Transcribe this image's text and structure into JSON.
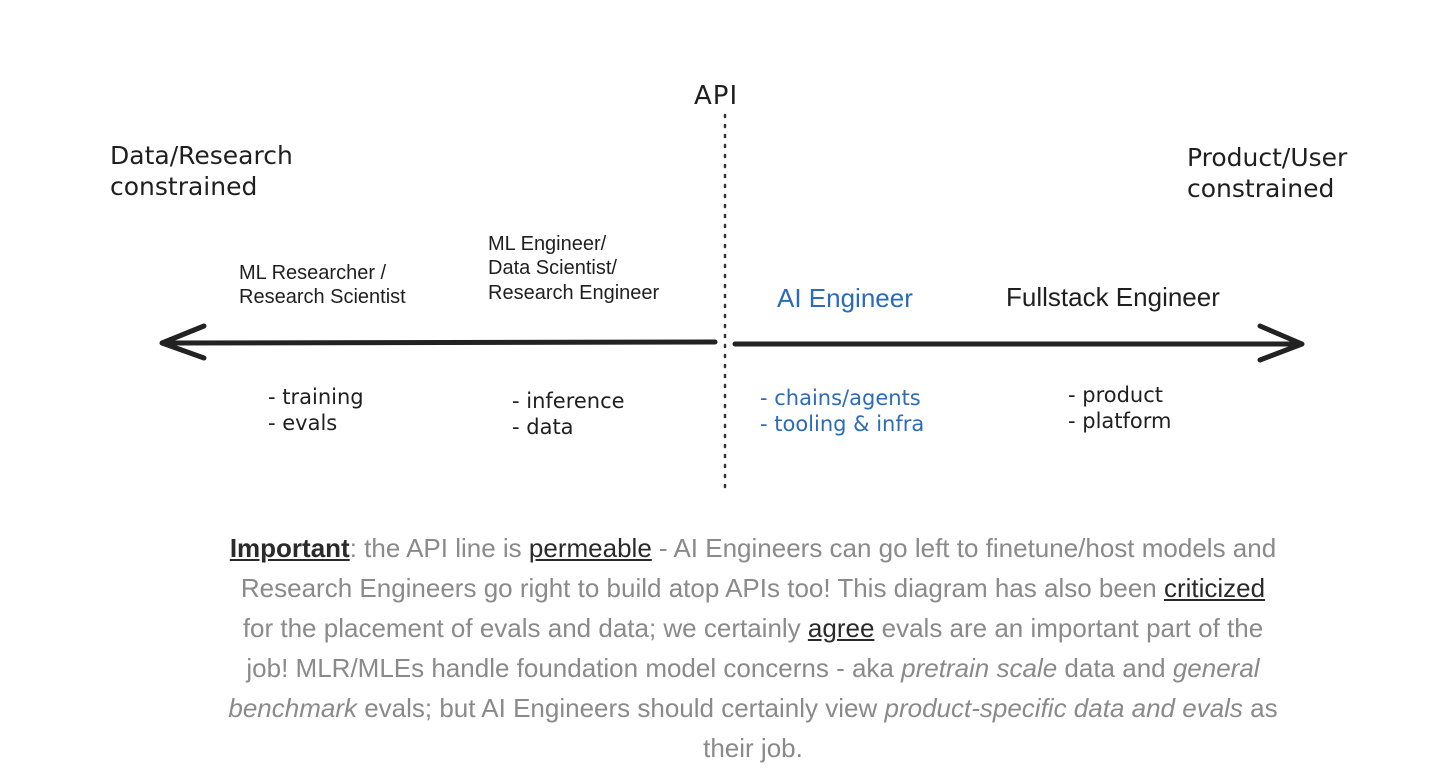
{
  "diagram": {
    "api_label": "API",
    "left_constraint": [
      "Data/Research",
      "constrained"
    ],
    "right_constraint": [
      "Product/User",
      "constrained"
    ],
    "roles": {
      "ml_researcher": [
        "ML Researcher /",
        "Research Scientist"
      ],
      "ml_engineer": [
        "ML Engineer/",
        "Data Scientist/",
        "Research Engineer"
      ],
      "ai_engineer": "AI Engineer",
      "fullstack_engineer": "Fullstack Engineer"
    },
    "tasks": {
      "ml_researcher": [
        "- training",
        "- evals"
      ],
      "ml_engineer": [
        "- inference",
        "- data"
      ],
      "ai_engineer": [
        "- chains/agents",
        "- tooling & infra"
      ],
      "fullstack_engineer": [
        "- product",
        "- platform"
      ]
    },
    "colors": {
      "ink": "#1f1f1f",
      "accent_blue": "#2a6cb8",
      "caption_gray": "#8a8a8a"
    }
  },
  "caption": {
    "important": "Important",
    "s1": ": the API line is ",
    "permeable": "permeable",
    "s2": " - AI Engineers can go left to finetune/host models and Research Engineers go right to build atop APIs too! This diagram has also been ",
    "criticized": "criticized",
    "s3": " for the placement of evals and data; we certainly ",
    "agree": "agree",
    "s4": " evals are an important part of the job! MLR/MLEs handle foundation model concerns - aka ",
    "em1": "pretrain scale",
    "s5": " data and ",
    "em2": "general benchmark",
    "s6": " evals; but AI Engineers should certainly view ",
    "em3": "product-specific data and evals",
    "s7": " as their job."
  }
}
